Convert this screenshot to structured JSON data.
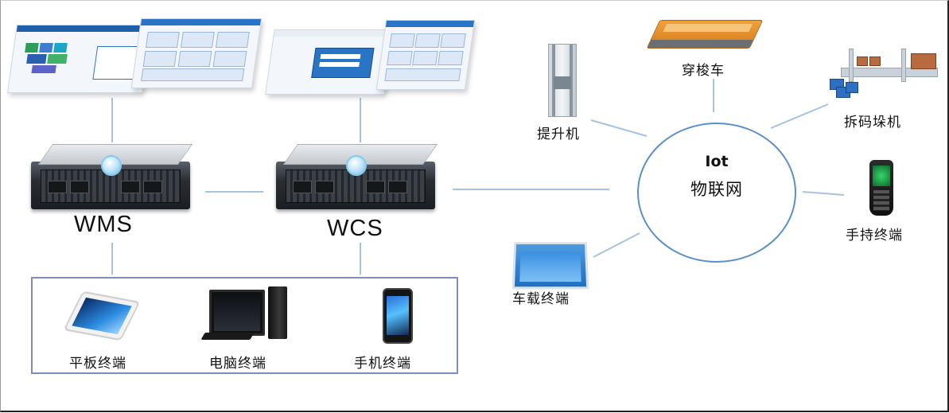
{
  "servers": {
    "wms": {
      "label": "WMS"
    },
    "wcs": {
      "label": "WCS"
    }
  },
  "iot": {
    "title": "Iot",
    "subtitle": "物联网"
  },
  "devices": {
    "tablet": "平板终端",
    "pc": "电脑终端",
    "phone": "手机终端"
  },
  "equipment": {
    "lift": "提升机",
    "shuttle": "穿梭车",
    "palletizer": "拆码垛机",
    "handheld": "手持终端",
    "vehicle": "车载终端"
  },
  "colors": {
    "connector": "#a7c2df",
    "iot_border": "#5b8fc8",
    "box_border": "#7b8fb7",
    "screen_accent": "#2a74c6"
  }
}
